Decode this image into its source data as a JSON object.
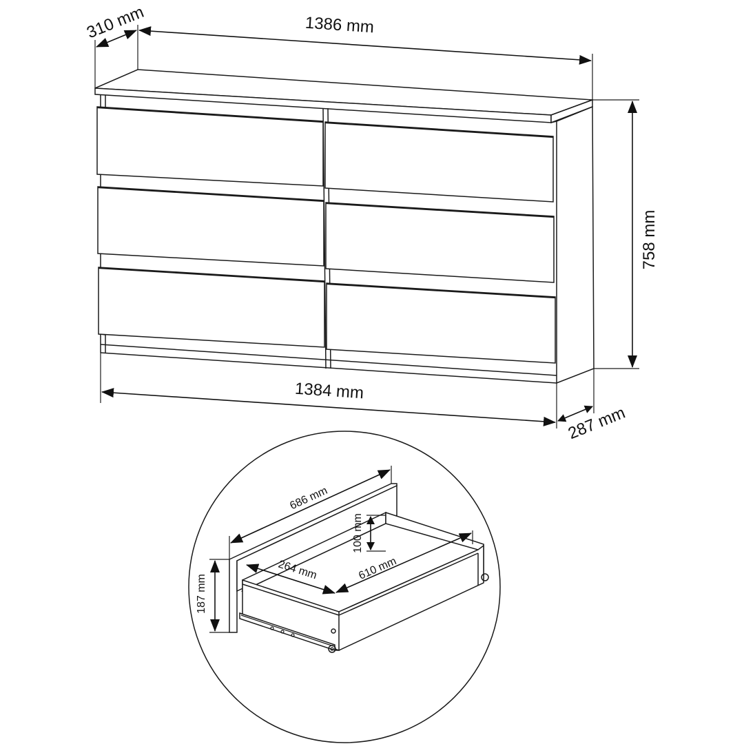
{
  "dimensions": {
    "top_depth": "310 mm",
    "top_width": "1386 mm",
    "height": "758 mm",
    "bottom_width": "1384 mm",
    "body_depth": "287 mm"
  },
  "drawer_detail": {
    "length": "686 mm",
    "inner_height": "100 mm",
    "inner_width": "264 mm",
    "inner_length": "610 mm",
    "front_height": "187 mm"
  },
  "colors": {
    "line": "#1a1a1a",
    "background": "#ffffff"
  }
}
